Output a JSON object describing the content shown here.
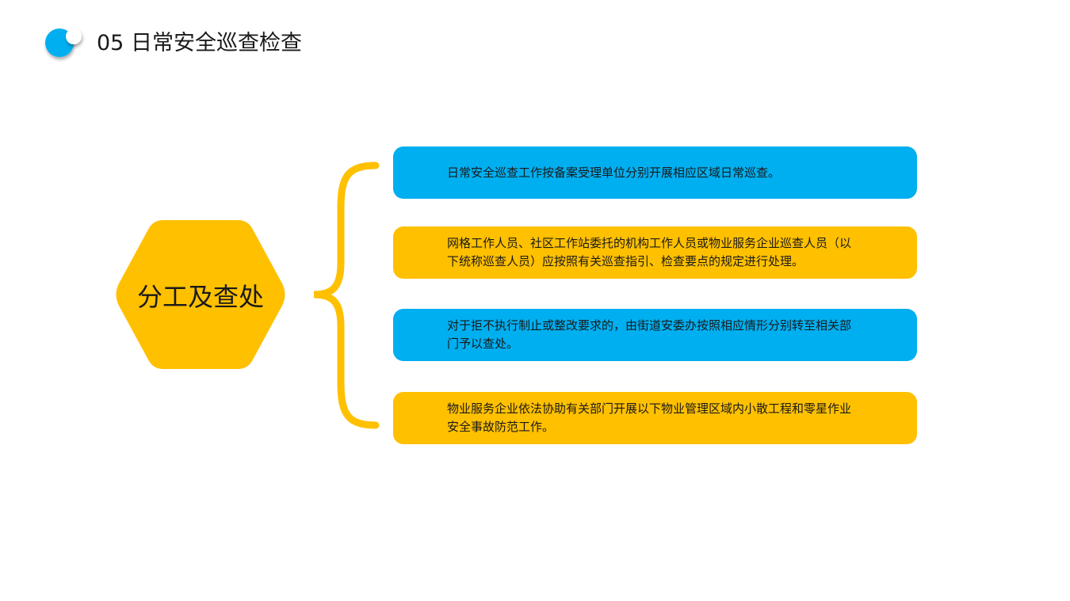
{
  "header": {
    "title": "05 日常安全巡查检查"
  },
  "center": {
    "label": "分工及查处"
  },
  "items": [
    {
      "text": "日常安全巡查工作按备案受理单位分别开展相应区域日常巡查。"
    },
    {
      "text": "网格工作人员、社区工作站委托的机构工作人员或物业服务企业巡查人员（以下统称巡查人员）应按照有关巡查指引、检查要点的规定进行处理。"
    },
    {
      "text": "对于拒不执行制止或整改要求的，由街道安委办按照相应情形分别转至相关部门予以查处。"
    },
    {
      "text": "物业服务企业依法协助有关部门开展以下物业管理区域内小散工程和零星作业安全事故防范工作。"
    }
  ],
  "colors": {
    "blue": "#00aff0",
    "yellow": "#ffc000"
  },
  "icons": {
    "logo": "double-circle-logo-icon",
    "connector": "curly-brace-connector"
  }
}
